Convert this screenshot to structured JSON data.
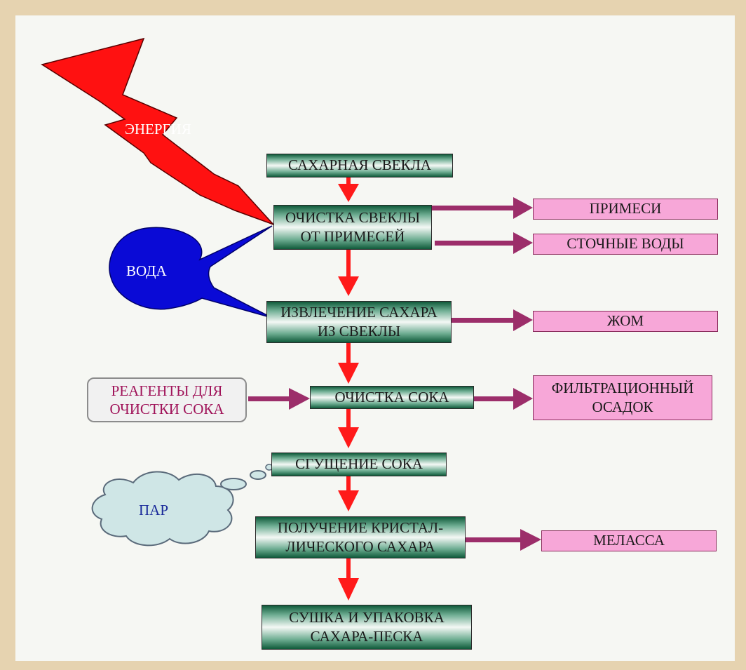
{
  "energy": "ЭНЕРГИЯ",
  "water": "ВОДА",
  "steam": "ПАР",
  "reagents": [
    "РЕАГЕНТЫ ДЛЯ",
    "ОЧИСТКИ СОКА"
  ],
  "steps": [
    [
      "САХАРНАЯ СВЕКЛА"
    ],
    [
      "ОЧИСТКА СВЕКЛЫ",
      "ОТ ПРИМЕСЕЙ"
    ],
    [
      "ИЗВЛЕЧЕНИЕ САХАРА",
      "ИЗ СВЕКЛЫ"
    ],
    [
      "ОЧИСТКА СОКА"
    ],
    [
      "СГУЩЕНИЕ СОКА"
    ],
    [
      "ПОЛУЧЕНИЕ КРИСТАЛ-",
      "ЛИЧЕСКОГО САХАРА"
    ],
    [
      "СУШКА И УПАКОВКА",
      "САХАРА-ПЕСКА"
    ]
  ],
  "outputs": [
    [
      "ПРИМЕСИ"
    ],
    [
      "СТОЧНЫЕ ВОДЫ"
    ],
    [
      "ЖОМ"
    ],
    [
      "ФИЛЬТРАЦИОННЫЙ",
      "ОСАДОК"
    ],
    [
      "МЕЛАССА"
    ]
  ],
  "colors": {
    "arrow_red": "#ff1a1a",
    "arrow_purple": "#9c2e6a",
    "lightning": "#ff1111",
    "water": "#0a0ad6",
    "output_fill": "#f7a7d8",
    "reagent_text": "#a0145a"
  }
}
